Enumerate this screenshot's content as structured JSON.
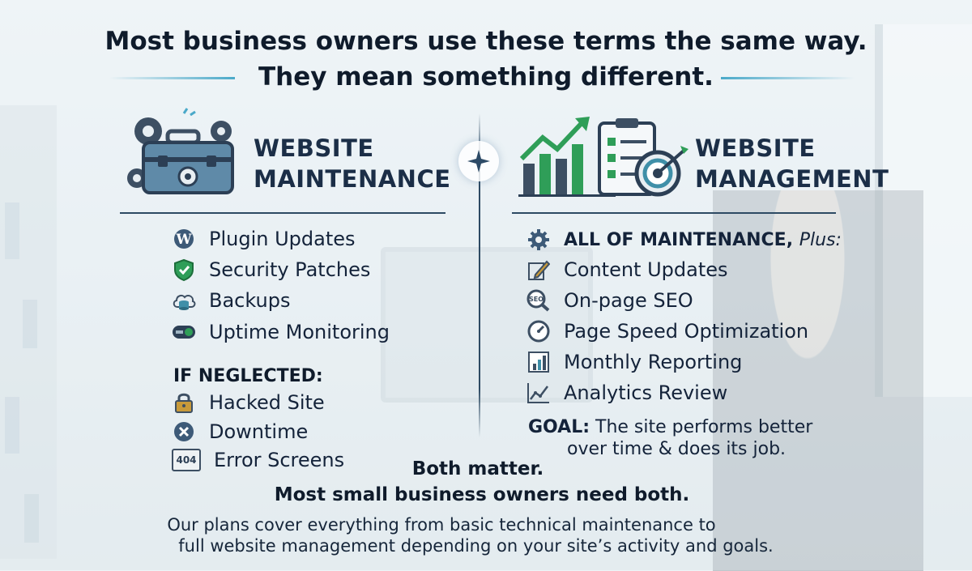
{
  "header": {
    "line1": "Most business owners use these terms the same way.",
    "line2": "They mean something different."
  },
  "maintenance": {
    "title_line1": "WEBSITE",
    "title_line2": "MAINTENANCE",
    "items": [
      {
        "label": "Plugin Updates",
        "icon": "wordpress-icon"
      },
      {
        "label": "Security Patches",
        "icon": "shield-check-icon"
      },
      {
        "label": "Backups",
        "icon": "cloud-database-icon"
      },
      {
        "label": "Uptime Monitoring",
        "icon": "status-toggle-icon"
      }
    ],
    "neglect_heading": "IF NEGLECTED:",
    "neglect_items": [
      {
        "label": "Hacked Site",
        "icon": "padlock-icon"
      },
      {
        "label": "Downtime",
        "icon": "x-circle-icon"
      },
      {
        "label": "Error Screens",
        "icon": "error-404-icon",
        "badge": "404"
      }
    ]
  },
  "management": {
    "title_line1": "WEBSITE",
    "title_line2": "MANAGEMENT",
    "intro_bold": "ALL OF MAINTENANCE,",
    "intro_italic": "Plus:",
    "items": [
      {
        "label": "Content Updates",
        "icon": "pencil-icon"
      },
      {
        "label": "On-page SEO",
        "icon": "seo-magnifier-icon"
      },
      {
        "label": "Page Speed Optimization",
        "icon": "speedometer-icon"
      },
      {
        "label": "Monthly Reporting",
        "icon": "bar-chart-icon"
      },
      {
        "label": "Analytics Review",
        "icon": "line-chart-icon"
      }
    ],
    "goal_label": "GOAL:",
    "goal_text1": "The site performs better",
    "goal_text2": "over time & does its job."
  },
  "footer": {
    "both1": "Both matter.",
    "both2": "Most small business owners need both.",
    "note1": "Our plans cover everything from basic technical maintenance to",
    "note2": "full website management depending on your site’s activity and goals."
  },
  "colors": {
    "navy": "#1b2e47",
    "accent": "#4aa9c9",
    "green": "#2f9e58",
    "teal": "#3f8fa8"
  }
}
